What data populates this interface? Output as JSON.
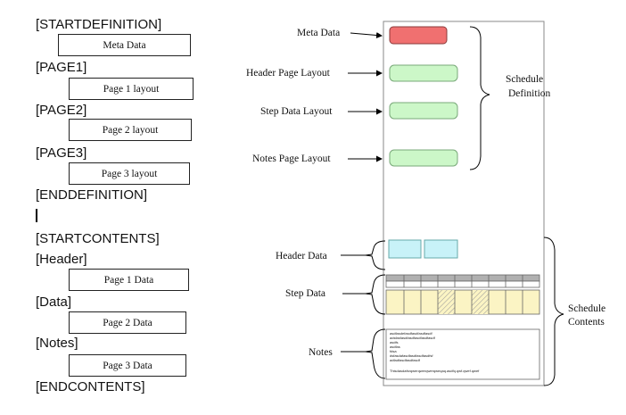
{
  "left": {
    "lines": {
      "start_definition": "[STARTDEFINITION]",
      "page1": "[PAGE1]",
      "page2": "[PAGE2]",
      "page3": "[PAGE3]",
      "end_definition": "[ENDDEFINITION]",
      "start_contents": "[STARTCONTENTS]",
      "header": "[Header]",
      "data": "[Data]",
      "notes": "[Notes]",
      "end_contents": "[ENDCONTENTS]"
    },
    "boxes": {
      "meta": "Meta Data",
      "page1_layout": "Page 1 layout",
      "page2_layout": "Page 2 layout",
      "page3_layout": "Page 3 layout",
      "page1_data": "Page 1 Data",
      "page2_data": "Page 2 Data",
      "page3_data": "Page 3 Data"
    }
  },
  "right": {
    "labels": {
      "meta_data": "Meta Data",
      "header_page_layout": "Header Page Layout",
      "step_data_layout": "Step Data Layout",
      "notes_page_layout": "Notes Page Layout",
      "header_data": "Header Data",
      "step_data": "Step Data",
      "notes": "Notes"
    },
    "groups": {
      "schedule": "Schedule",
      "definition": "Definition",
      "contents": "Contents"
    },
    "notes_text": [
      "asdfasdefasdfasdfasdfasdf",
      "adsfasfasdfasdfasdfasdfasdf",
      "asdfs",
      "asdfas",
      "fdsa",
      "dsfasdafasdfasdfasdfasdfsf",
      "adfadfasdfasdfasdf",
      "",
      "Thisdasdafsrqwerqwerqwerqweqaq.asdfq.qwf.qwef.qwef"
    ],
    "colors": {
      "meta_fill": "#f07070",
      "layout_fill": "#ccf7c8",
      "header_fill": "#c8f2f8",
      "step_fill": "#fbf4c4",
      "step_header_fill": "#b0b0b0"
    }
  }
}
